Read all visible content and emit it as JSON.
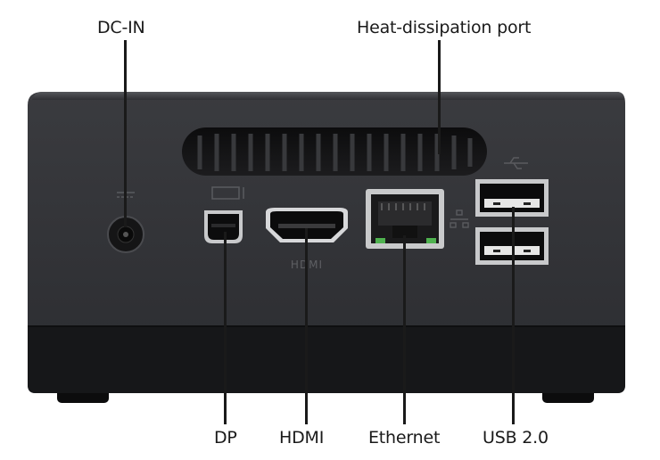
{
  "labels": {
    "top": {
      "dc_in": "DC-IN",
      "heat_port": "Heat-dissipation port"
    },
    "bottom": {
      "dp": "DP",
      "hdmi": "HDMI",
      "ethernet": "Ethernet",
      "usb": "USB 2.0"
    }
  },
  "port_markings": {
    "hdmi_logo": "HDMI"
  },
  "colors": {
    "body": "#2e2f33",
    "bottom_band": "#161719",
    "leader": "#1a1a1a",
    "text": "#1a1a1a"
  }
}
